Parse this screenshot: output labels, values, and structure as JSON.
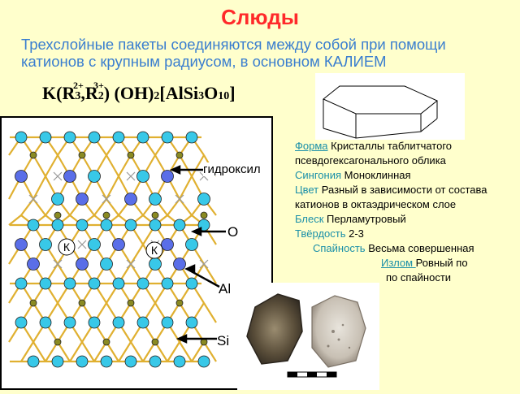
{
  "title": "Слюды",
  "subtitle": "Трехслойные пакеты соединяются между собой при помощи катионов с крупным радиусом, в основном КАЛИЕМ",
  "formula": {
    "charge_1": "2+",
    "charge_2": "3+",
    "part_1": "K(R",
    "sub_1": "3",
    "part_2": ",R",
    "sub_2": "2",
    "part_3": ") (OH)",
    "sub_3": "2",
    "part_4": "[AlSi",
    "sub_4": "3",
    "part_5": "O",
    "sub_5": "10",
    "part_6": "]"
  },
  "structure_labels": {
    "hydroxyl": "гидроксил",
    "oxygen": "O",
    "aluminum": "Al",
    "silicon": "Si",
    "potassium": "К"
  },
  "properties": {
    "form_key": "Форма",
    "form_val": "Кристаллы  таблитчатого псевдогексагонального облика",
    "syngony_key": "Сингония",
    "syngony_val": "Моноклинная",
    "color_key": "Цвет",
    "color_val": "Разный в зависимости от состава катионов в октаэдрическом слое",
    "luster_key": "Блеск",
    "luster_val": "Перламутровый",
    "hardness_key": "Твёрдость",
    "hardness_val": "2-3",
    "cleavage_key": "Спайность",
    "cleavage_val": "Весьма совершенная",
    "fracture_key": "Излом ",
    "fracture_val_1": "Ровный по",
    "fracture_val_2": "по спайности"
  },
  "colors": {
    "title": "#ff2a2a",
    "subtitle": "#3a7ecf",
    "property_key": "#1a8fa8",
    "background": "#ffffcc",
    "oxygen_atom": "#38c8e8",
    "hydroxyl_atom": "#5a6ee8",
    "silicon_atom": "#8a8a22",
    "bond": "#e0b030"
  }
}
